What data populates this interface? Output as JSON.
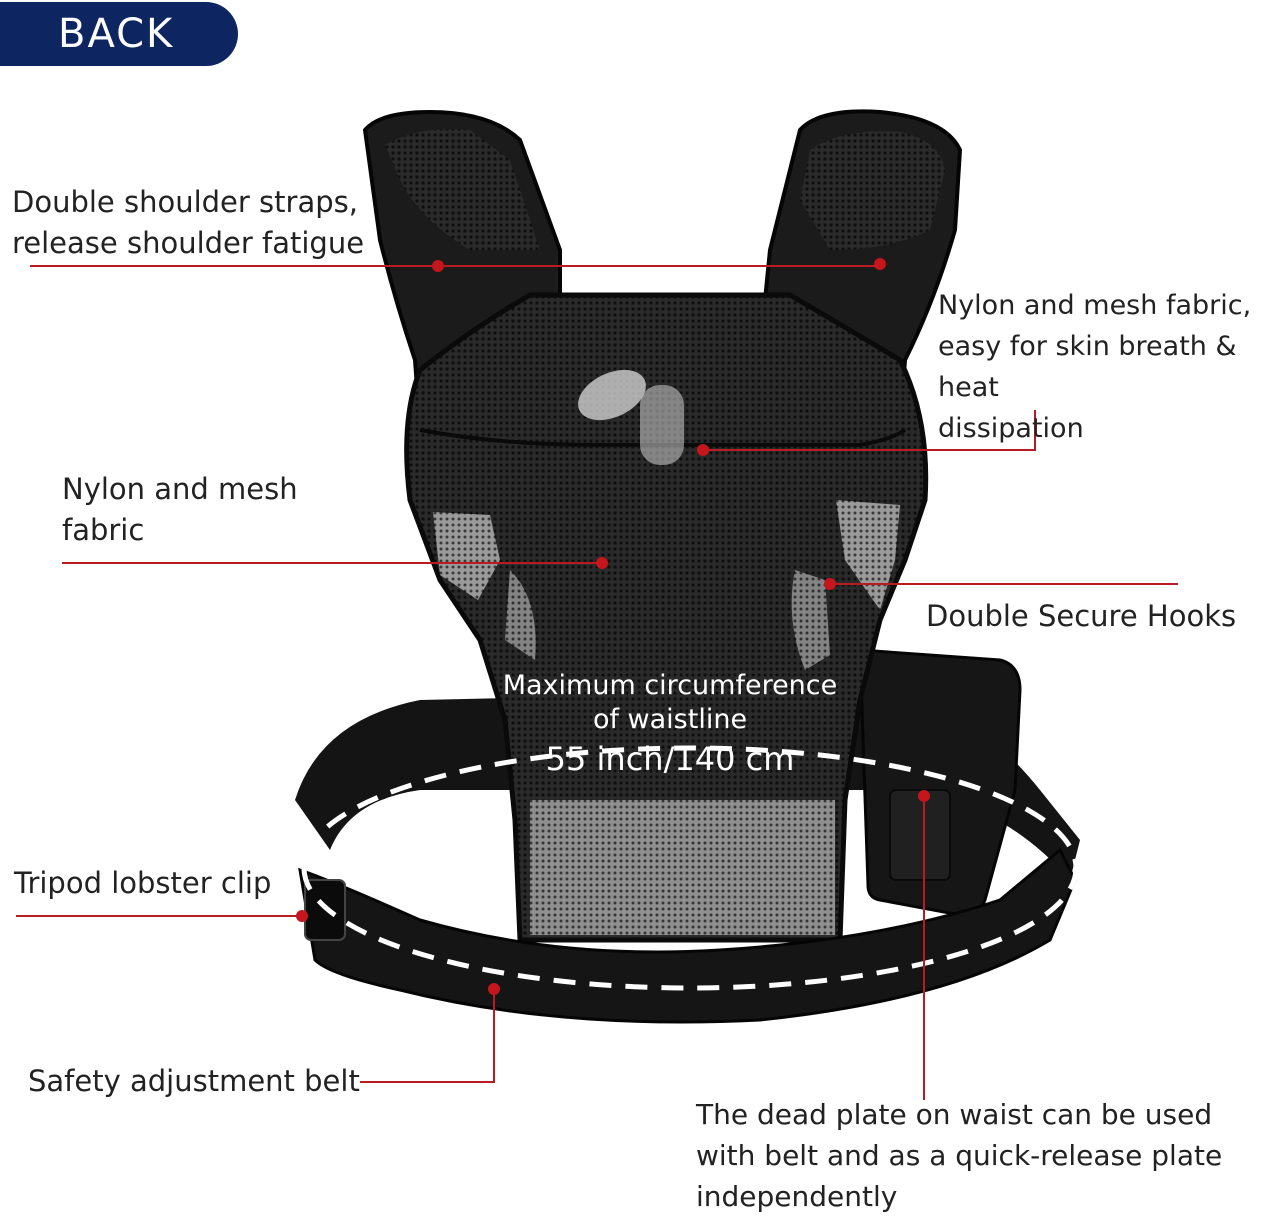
{
  "badge": {
    "label": "BACK"
  },
  "callouts": {
    "shoulder_straps": "Double shoulder straps,\nrelease shoulder fatigue",
    "nylon_mesh_breath": "Nylon and mesh fabric,\neasy for skin breath & heat\ndissipation",
    "nylon_mesh": "Nylon and mesh\nfabric",
    "secure_hooks": "Double Secure Hooks",
    "tripod_clip": "Tripod lobster clip",
    "safety_belt": "Safety adjustment belt",
    "dead_plate": "The dead plate on waist can be used\nwith belt and as a quick-release plate\n independently"
  },
  "waistline": {
    "line1": "Maximum circumference",
    "line2": "of waistline",
    "measure": "55 inch/140 cm"
  },
  "colors": {
    "badge_bg": "#0d2661",
    "callout_line": "#b81c22",
    "product": "#1a1a1a"
  }
}
